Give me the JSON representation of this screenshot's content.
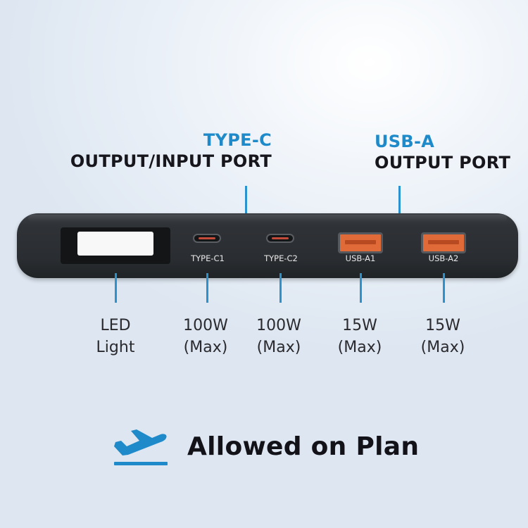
{
  "callouts": {
    "type_c": {
      "line1": "TYPE-C",
      "line2": "OUTPUT/INPUT PORT"
    },
    "usb_a": {
      "line1": "USB-A",
      "line2": "OUTPUT PORT"
    }
  },
  "ports": [
    {
      "label": "TYPE-C1",
      "kind": "usb-c"
    },
    {
      "label": "TYPE-C2",
      "kind": "usb-c"
    },
    {
      "label": "USB-A1",
      "kind": "usb-a"
    },
    {
      "label": "USB-A2",
      "kind": "usb-a"
    }
  ],
  "specs": {
    "led": {
      "line1": "LED",
      "line2": "Light"
    },
    "c1": {
      "line1": "100W",
      "line2": "(Max)"
    },
    "c2": {
      "line1": "100W",
      "line2": "(Max)"
    },
    "a1": {
      "line1": "15W",
      "line2": "(Max)"
    },
    "a2": {
      "line1": "15W",
      "line2": "(Max)"
    }
  },
  "footer": {
    "icon": "airplane-takeoff-icon",
    "text": "Allowed on Plan"
  },
  "colors": {
    "accent": "#1e8ac9",
    "usb_a_port": "#e06a38",
    "device": "#2f3236"
  }
}
